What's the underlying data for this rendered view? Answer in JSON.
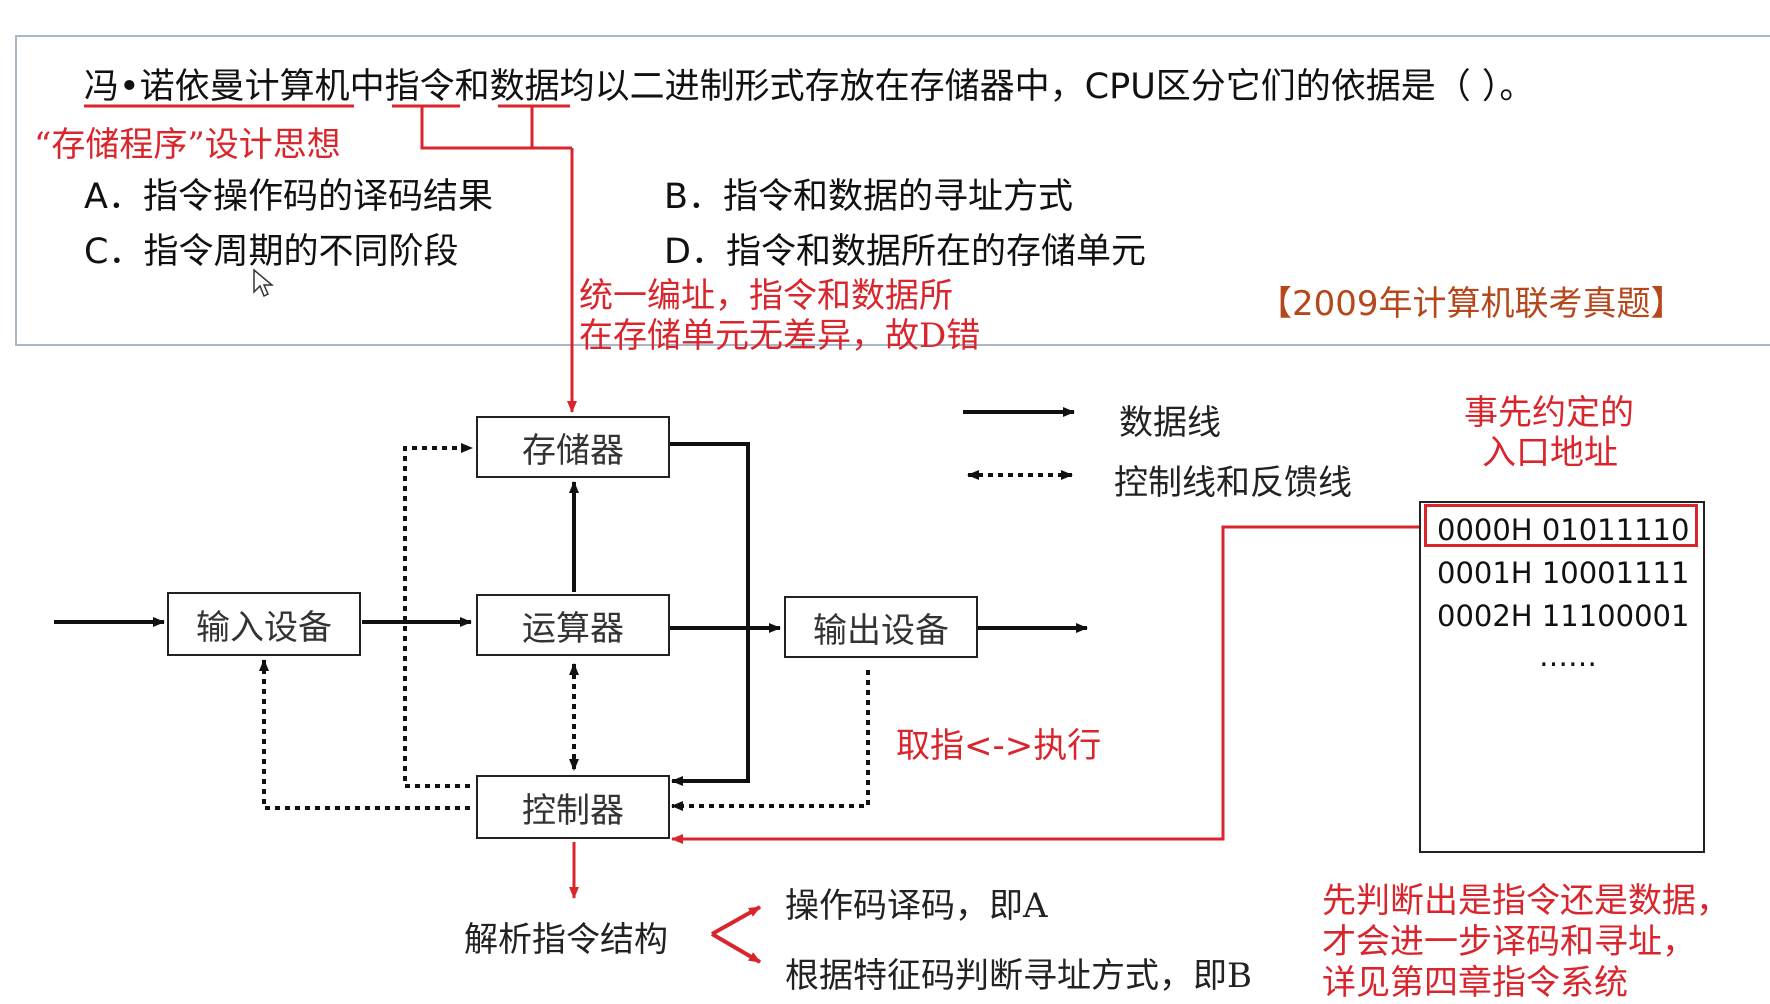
{
  "question": {
    "text": "冯•诺依曼计算机中指令和数据均以二进制形式存放在存储器中，CPU区分它们的依据是（    ）。",
    "note_stored_program": "“存储程序”设计思想",
    "options": {
      "a": "A．指令操作码的译码结果",
      "b": "B．指令和数据的寻址方式",
      "c": "C．指令周期的不同阶段",
      "d": "D．指令和数据所在的存储单元"
    },
    "note_unified_line1": "统一编址，指令和数据所",
    "note_unified_line2": "在存储单元无差异，故D错",
    "source": "【2009年计算机联考真题】"
  },
  "diagram": {
    "memory": "存储器",
    "alu": "运算器",
    "controller": "控制器",
    "input": "输入设备",
    "output": "输出设备",
    "fetch_exec": "取指<->执行",
    "parse": "解析指令结构",
    "decode_a": "操作码译码，即A",
    "addr_b": "根据特征码判断寻址方式，即B"
  },
  "legend": {
    "data_line": "数据线",
    "control_line": "控制线和反馈线"
  },
  "entry": {
    "label_line1": "事先约定的",
    "label_line2": "入口地址",
    "rows": [
      "0000H 01011110",
      "0001H 10001111",
      "0002H 11100001"
    ],
    "ellipsis": "……"
  },
  "conclusion": {
    "line1": "先判断出是指令还是数据，",
    "line2": "才会进一步译码和寻址，",
    "line3": "详见第四章指令系统"
  },
  "colors": {
    "accent_red": "#d9252c",
    "source_brown": "#b5471b",
    "border_blue": "#a9b8c9"
  }
}
